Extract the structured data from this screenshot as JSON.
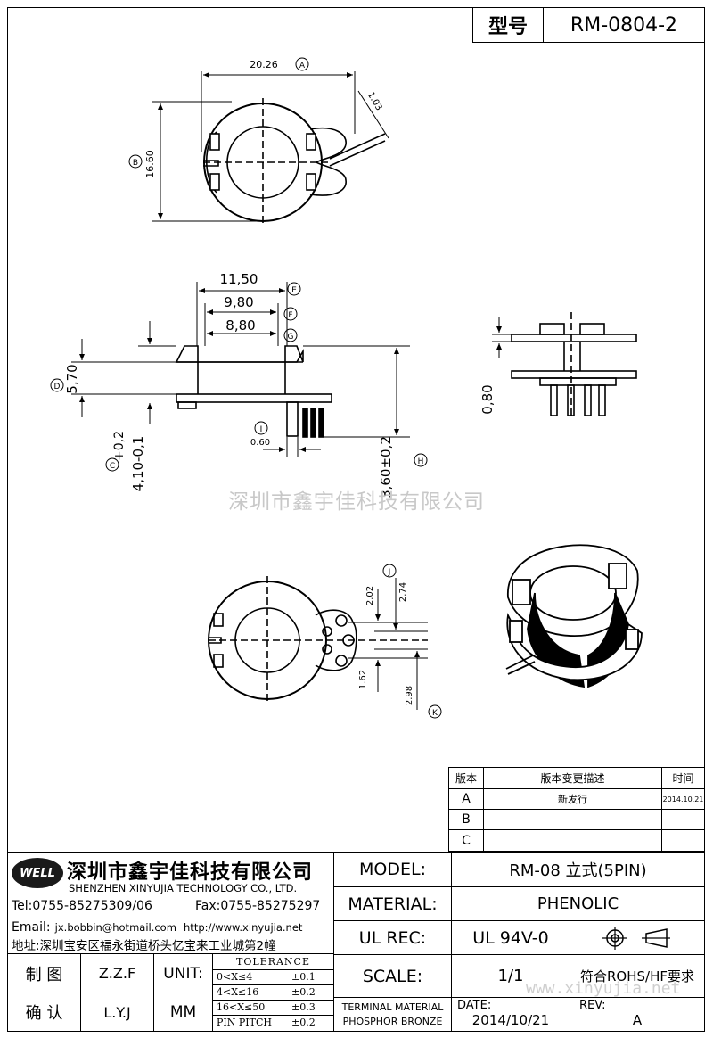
{
  "header": {
    "model_label": "型号",
    "model_value": "RM-0804-2"
  },
  "dims": {
    "width": "20.26",
    "height": "16.60",
    "slot": "1.03",
    "d_e": "11,50",
    "d_f": "9,80",
    "d_g": "8,80",
    "d_d": "5,70",
    "d_c_top": "+0,2",
    "d_c_bot": "4,10-0,1",
    "d_i": "0.60",
    "d_h": "3,60±0,2",
    "d_side": "0,80",
    "j1": "2.02",
    "j2": "2.74",
    "k1": "1.62",
    "k2": "2.98"
  },
  "markers": {
    "a": "A",
    "b": "B",
    "c": "C",
    "d": "D",
    "e": "E",
    "f": "F",
    "g": "G",
    "h": "H",
    "i": "I",
    "j": "J",
    "k": "K"
  },
  "watermark": "深圳市鑫宇佳科技有限公司",
  "watermark_url": "www.xinyujia.net",
  "revision": {
    "headers": [
      "版本",
      "版本变更描述",
      "时间"
    ],
    "rows": [
      {
        "ver": "A",
        "desc": "新发行",
        "date": "2014.10.21"
      },
      {
        "ver": "B",
        "desc": "",
        "date": ""
      },
      {
        "ver": "C",
        "desc": "",
        "date": ""
      }
    ]
  },
  "company": {
    "logo": "WELL",
    "name_cn": "深圳市鑫宇佳科技有限公司",
    "name_en": "SHENZHEN XINYUJIA TECHNOLOGY CO., LTD.",
    "tel": "Tel:0755-85275309/06",
    "fax": "Fax:0755-85275297",
    "email_label": "Email:",
    "email": "jx.bobbin@hotmail.com",
    "web": "http://www.xinyujia.net",
    "address": "地址:深圳宝安区福永街道桥头亿宝来工业城第2幢"
  },
  "info": {
    "model_label": "MODEL:",
    "model": "RM-08 立式(5PIN)",
    "material_label": "MATERIAL:",
    "material": "PHENOLIC",
    "ulrec_label": "UL REC:",
    "ulrec": "UL 94V-0",
    "scale_label": "SCALE:",
    "scale": "1/1",
    "rohs": "符合ROHS/HF要求",
    "terminal_1": "TERMINAL MATERIAL",
    "terminal_2": "PHOSPHOR BRONZE",
    "date_label": "DATE:",
    "date": "2014/10/21",
    "rev_label": "REV:",
    "rev": "A"
  },
  "signoff": {
    "draw_label": "制  图",
    "draw": "Z.Z.F",
    "check_label": "确  认",
    "check": "L.Y.J",
    "unit_label": "UNIT:",
    "unit": "MM"
  },
  "tolerance": {
    "title": "TOLERANCE",
    "rows": [
      {
        "range": "0<X≤4",
        "tol": "±0.1"
      },
      {
        "range": "4<X≤16",
        "tol": "±0.2"
      },
      {
        "range": "16<X≤50",
        "tol": "±0.3"
      },
      {
        "range": "PIN PITCH",
        "tol": "±0.2"
      }
    ]
  }
}
